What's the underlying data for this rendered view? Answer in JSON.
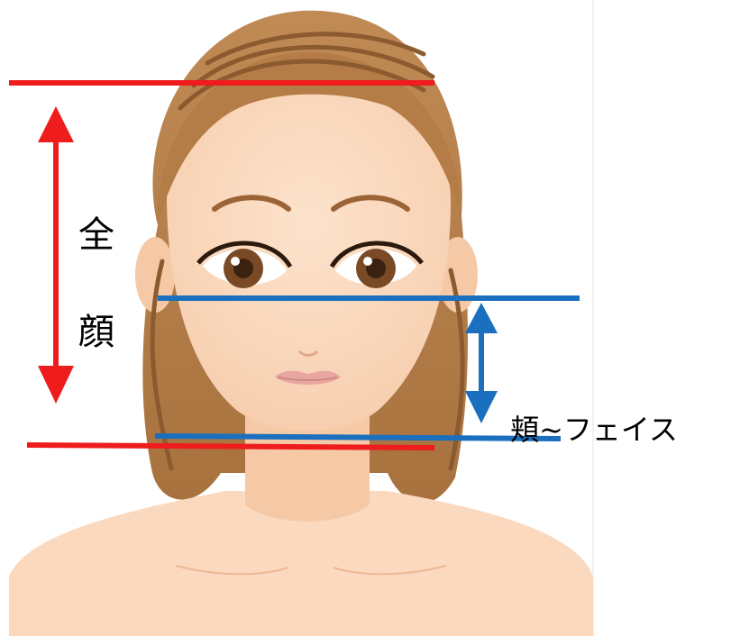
{
  "labels": {
    "full_face_char_1": "全",
    "full_face_char_2": "顔",
    "cheek_to_face": "頬~フェイス"
  },
  "colors": {
    "full_face_marker": "#ee1c1c",
    "cheek_marker": "#1a6fbf",
    "skin": "#fbd9bf",
    "hair": "#b9824e",
    "hair_dark": "#8c5a2f",
    "background": "#ffffff"
  }
}
